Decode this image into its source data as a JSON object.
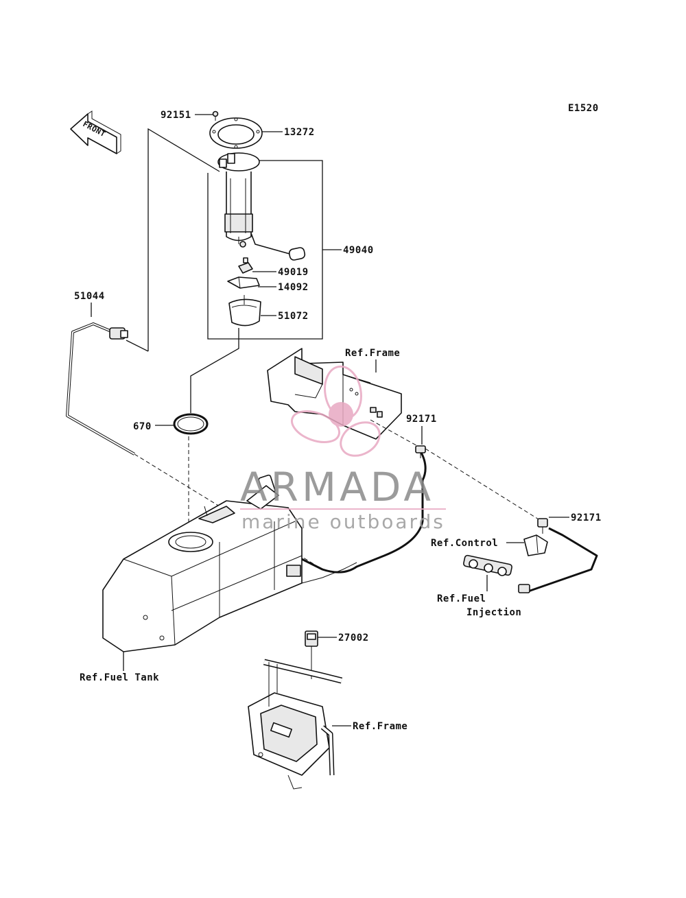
{
  "diagram_id": "E1520",
  "front_arrow_label": "FRONT",
  "labels": {
    "p92151": "92151",
    "p13272": "13272",
    "p49040": "49040",
    "p49019": "49019",
    "p14092": "14092",
    "p51072": "51072",
    "p51044": "51044",
    "p670": "670",
    "ref_frame_top": "Ref.Frame",
    "p92171_a": "92171",
    "p92171_b": "92171",
    "ref_control": "Ref.Control",
    "ref_fuel_injection_1": "Ref.Fuel",
    "ref_fuel_injection_2": "Injection",
    "p27002": "27002",
    "ref_fuel_tank": "Ref.Fuel Tank",
    "ref_frame_bottom": "Ref.Frame"
  },
  "watermark": {
    "title": "ARMADA",
    "subtitle": "marine outboards",
    "accent_color": "#e8a9c2"
  }
}
